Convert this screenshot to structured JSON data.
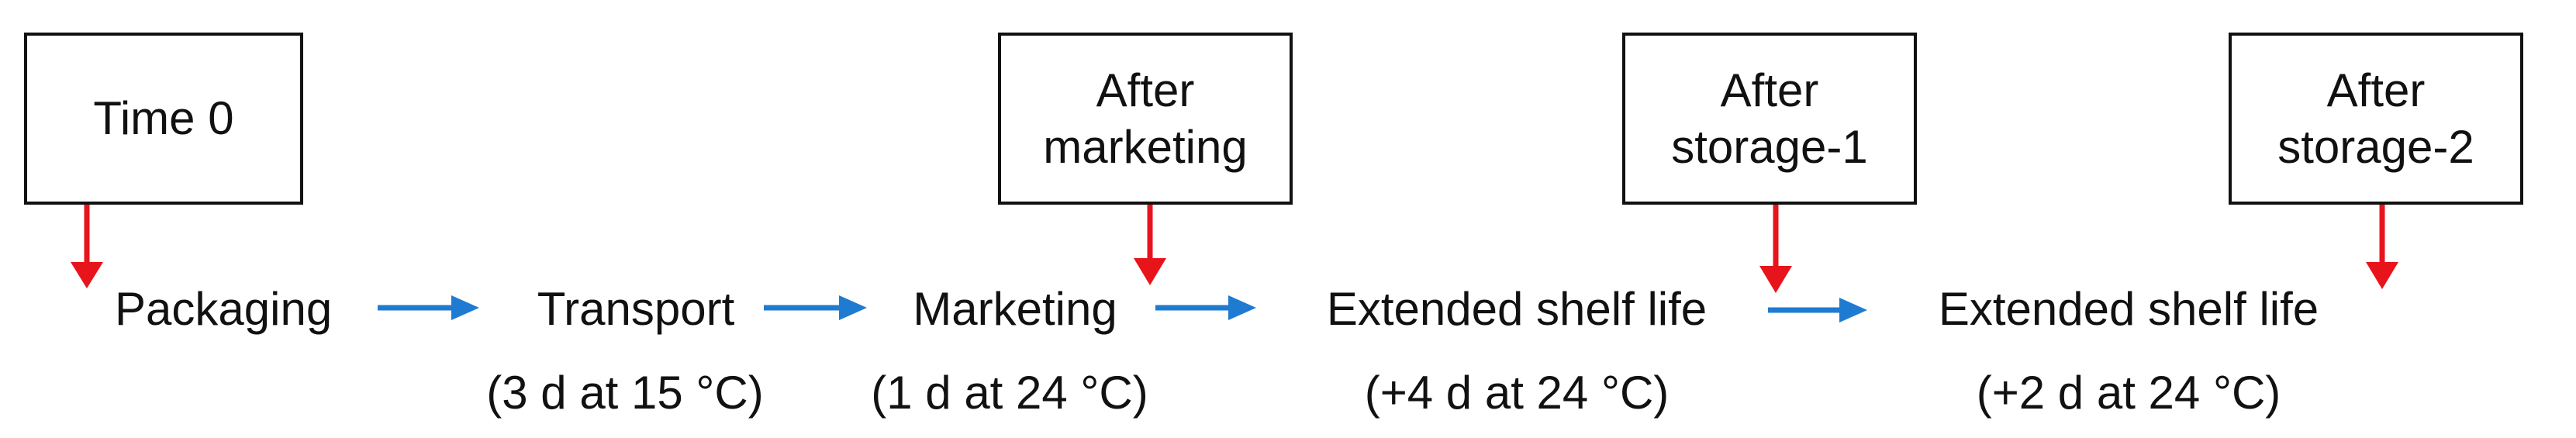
{
  "boxes": {
    "time0": "Time 0",
    "after_marketing": "After\nmarketing",
    "after_storage1": "After\nstorage-1",
    "after_storage2": "After\nstorage-2"
  },
  "steps": {
    "packaging": "Packaging",
    "transport": "Transport",
    "transport_cond": "(3 d at 15 °C)",
    "marketing": "Marketing",
    "marketing_cond": "(1 d at 24 °C)",
    "shelf1": "Extended shelf life",
    "shelf1_cond": "(+4 d at 24 °C)",
    "shelf2": "Extended shelf life",
    "shelf2_cond": "(+2 d at 24 °C)"
  },
  "colors": {
    "sampling_arrow": "#e8141c",
    "flow_arrow": "#1f7bd1"
  }
}
